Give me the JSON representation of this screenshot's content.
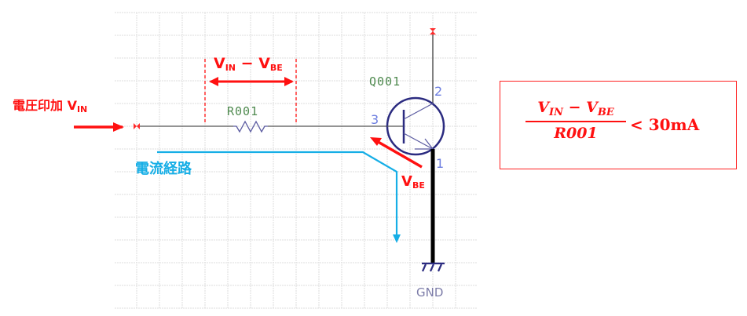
{
  "diagram": {
    "title": "Transistor base current limiting circuit",
    "colors": {
      "annotation_red": "#ff1010",
      "current_path_blue": "#16aee6",
      "component_navy": "#2b2b80",
      "ref_green": "#4f8a4f",
      "pin_blue": "#6d7ee0",
      "wire": "#555555",
      "grid": "#e2e2e2"
    },
    "labels": {
      "voltage_apply": "電圧印加 V",
      "voltage_apply_sub": "IN",
      "dimension_vin": "V",
      "dimension_vin_sub": "IN",
      "dimension_minus": " − ",
      "dimension_vbe": "V",
      "dimension_vbe_sub": "BE",
      "vbe": "V",
      "vbe_sub": "BE",
      "current_path": "電流経路"
    },
    "components": {
      "resistor": {
        "ref": "R001",
        "type": "resistor"
      },
      "transistor": {
        "ref": "Q001",
        "type": "npn-transistor",
        "pins": {
          "base": "3",
          "collector": "2",
          "emitter": "1"
        }
      },
      "ground": {
        "label": "GND"
      }
    },
    "formula": {
      "numerator_a": "V",
      "numerator_a_sub": "IN",
      "numerator_op": " − ",
      "numerator_b": "V",
      "numerator_b_sub": "BE",
      "denominator": "R001",
      "inequality": "< 30mA"
    }
  }
}
